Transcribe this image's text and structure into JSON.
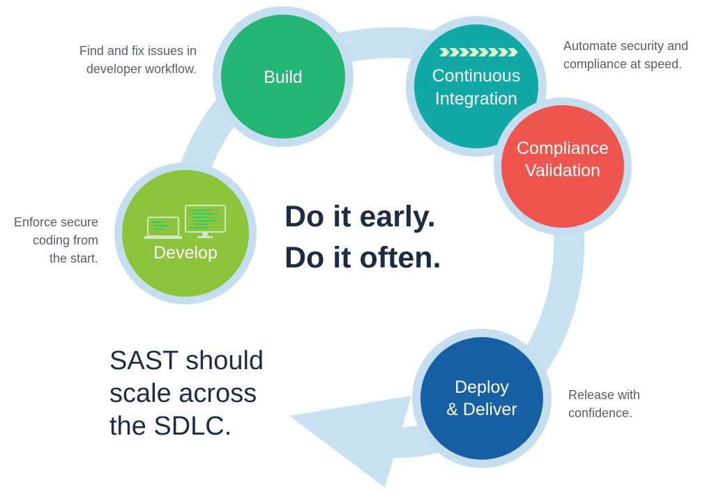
{
  "colors": {
    "cycle_track": "#c8e2f2",
    "node_ring": "#c5def0",
    "build": "#24b574",
    "continuous_integration": "#12a8a6",
    "compliance_validation": "#ee5148",
    "develop": "#8ec43d",
    "deploy_deliver": "#1660a3",
    "headline_text": "#1e2b45",
    "note_text": "#5a5e66",
    "chevrons": "#d9f2cf"
  },
  "icons": {
    "develop": "laptop-and-monitor-icon",
    "continuous_integration": "chevron-arrow-icon"
  },
  "nodes": {
    "build": "Build",
    "ci_line1": "Continuous",
    "ci_line2": "Integration",
    "compliance_line1": "Compliance",
    "compliance_line2": "Validation",
    "develop": "Develop",
    "deploy_line1": "Deploy",
    "deploy_line2": "& Deliver"
  },
  "notes": {
    "build_line1": "Find and fix issues in",
    "build_line2": "developer workflow.",
    "ci_line1": "Automate security and",
    "ci_line2": "compliance at speed.",
    "develop_line1": "Enforce secure",
    "develop_line2": "coding from",
    "develop_line3": "the start.",
    "deploy_line1": "Release with",
    "deploy_line2": "confidence."
  },
  "headline": {
    "line1": "Do it early.",
    "line2": "Do it often."
  },
  "sast": {
    "line1": "SAST should",
    "line2": "scale across",
    "line3": "the SDLC."
  }
}
